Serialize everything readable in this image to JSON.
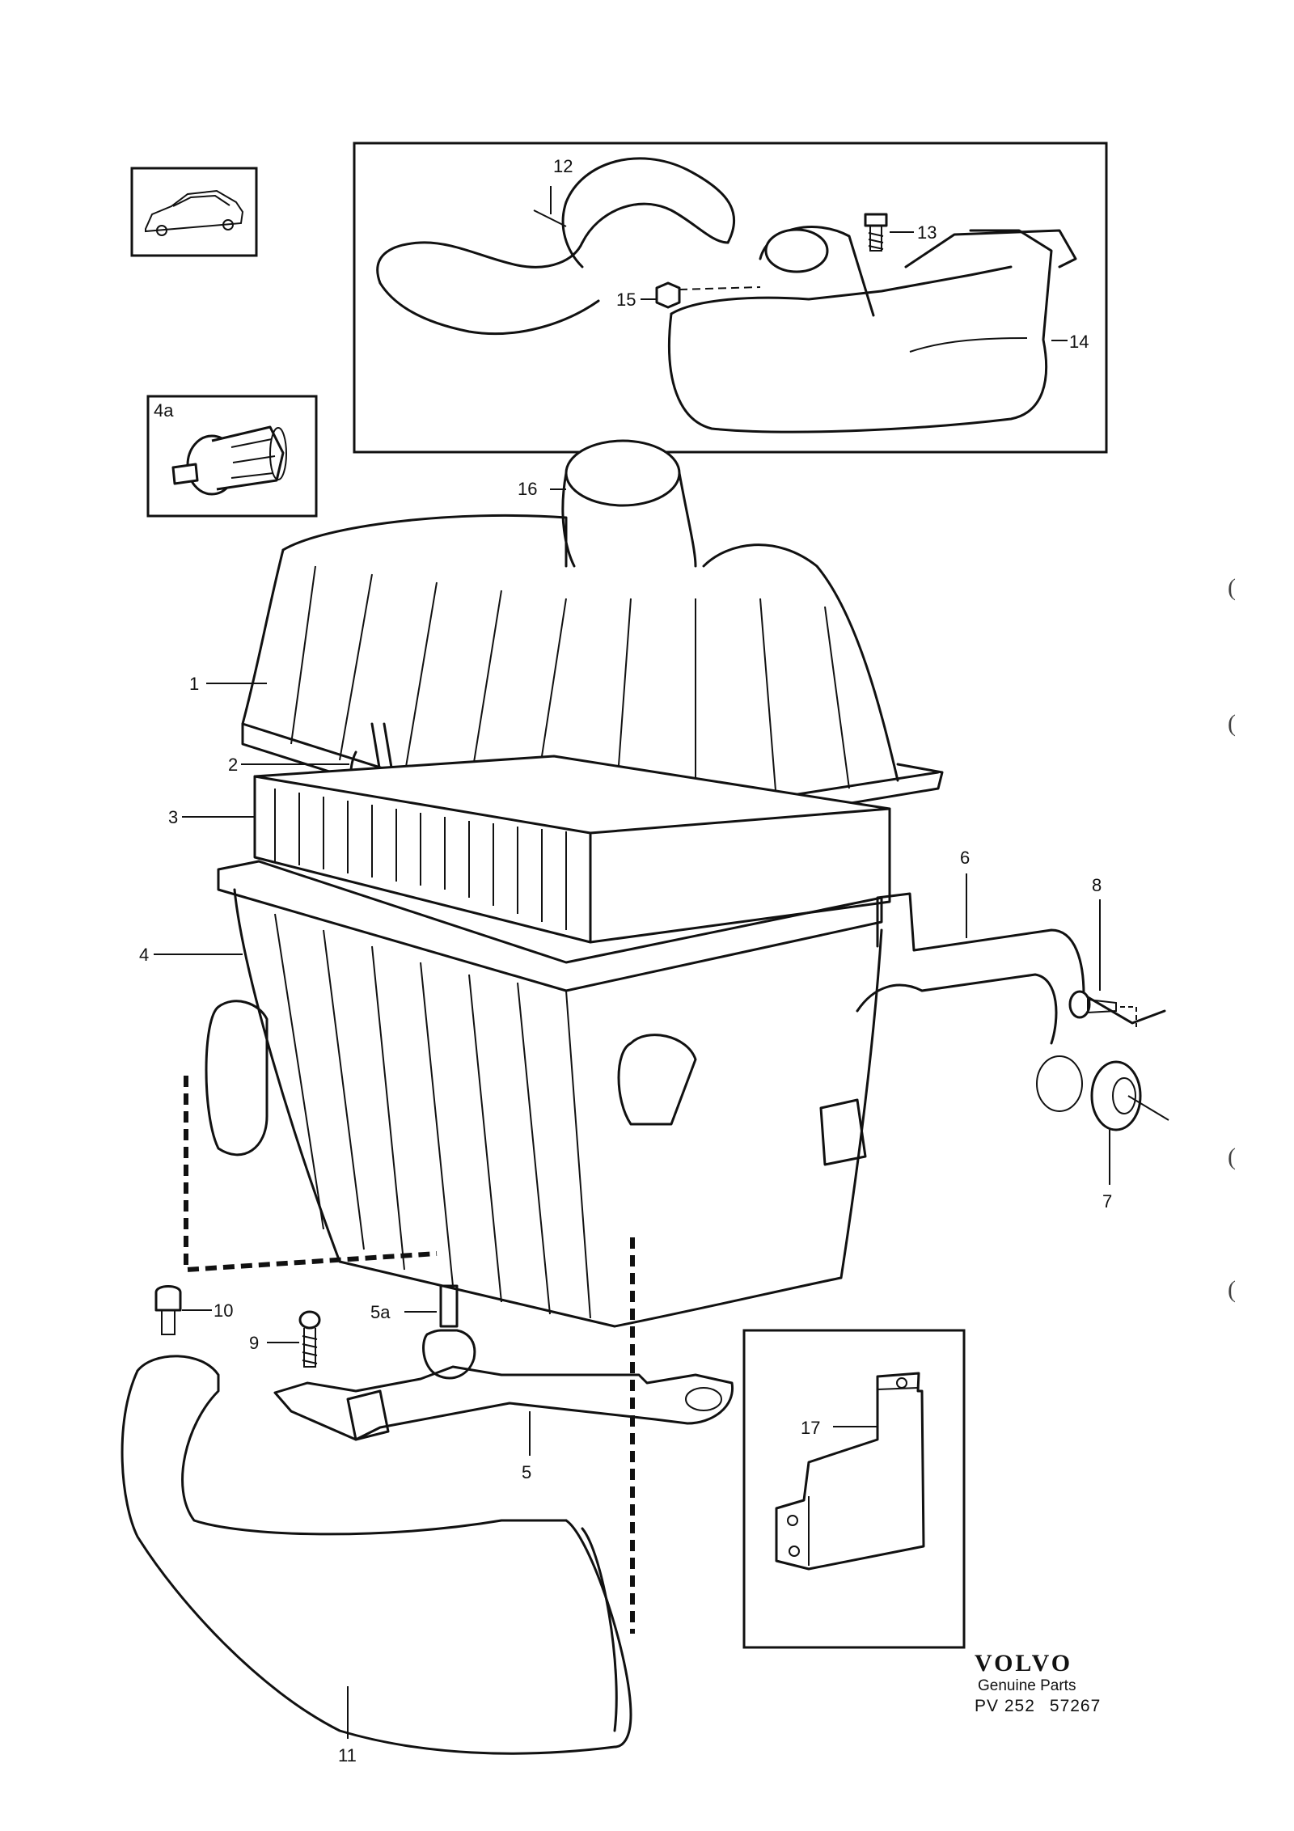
{
  "callouts": {
    "c1": "1",
    "c2": "2",
    "c3": "3",
    "c4": "4",
    "c4a": "4a",
    "c5": "5",
    "c5a": "5a",
    "c6": "6",
    "c7": "7",
    "c8": "8",
    "c9": "9",
    "c10": "10",
    "c11": "11",
    "c12": "12",
    "c13": "13",
    "c14": "14",
    "c15": "15",
    "c16": "16",
    "c17": "17"
  },
  "brand": {
    "logo": "VOLVO",
    "subtitle": "Genuine Parts",
    "code_prefix": "PV 252",
    "code_number": "57267"
  },
  "edge_marks": [
    "(",
    "(",
    "(",
    "("
  ],
  "icons": {
    "car": "car-thumbnail-icon",
    "part_4a": "rubber-bushing-icon"
  },
  "colors": {
    "ink": "#111111",
    "paper": "#ffffff"
  }
}
